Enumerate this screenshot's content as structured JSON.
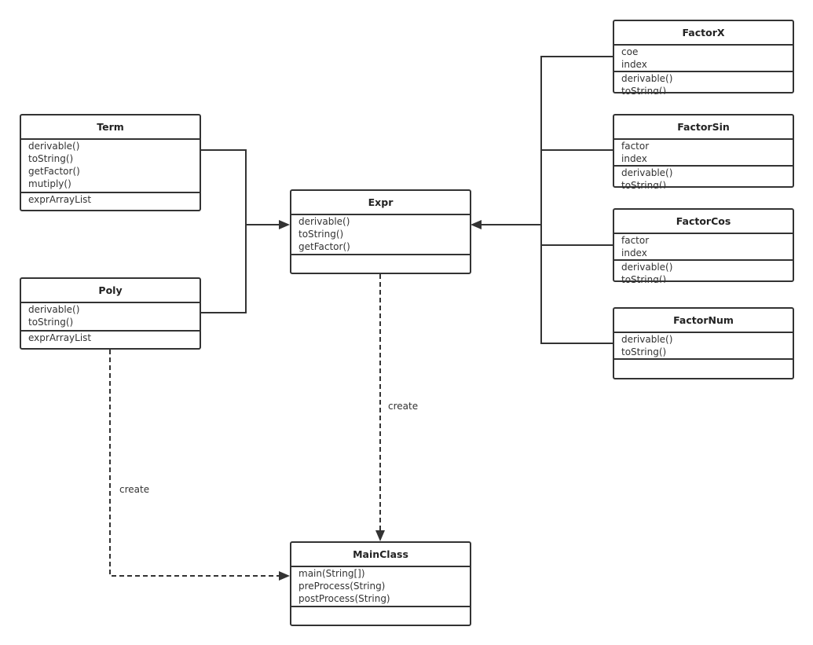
{
  "classes": [
    {
      "id": "term",
      "name": "Term",
      "sections": [
        [
          "derivable()",
          "toString()",
          "getFactor()",
          "mutiply()"
        ],
        [
          "exprArrayList"
        ]
      ]
    },
    {
      "id": "poly",
      "name": "Poly",
      "sections": [
        [
          "derivable()",
          "toString()"
        ],
        [
          "exprArrayList"
        ]
      ]
    },
    {
      "id": "expr",
      "name": "Expr",
      "sections": [
        [
          "derivable()",
          "toString()",
          "getFactor()"
        ],
        []
      ]
    },
    {
      "id": "mainclass",
      "name": "MainClass",
      "sections": [
        [
          "main(String[])",
          "preProcess(String)",
          "postProcess(String)"
        ],
        []
      ]
    },
    {
      "id": "factorx",
      "name": "FactorX",
      "sections": [
        [
          "coe",
          "index"
        ],
        [
          "derivable()",
          "toString()"
        ]
      ]
    },
    {
      "id": "factorsin",
      "name": "FactorSin",
      "sections": [
        [
          "factor",
          "index"
        ],
        [
          "derivable()",
          "toString()"
        ]
      ]
    },
    {
      "id": "factorcos",
      "name": "FactorCos",
      "sections": [
        [
          "factor",
          "index"
        ],
        [
          "derivable()",
          "toString()"
        ]
      ]
    },
    {
      "id": "factornum",
      "name": "FactorNum",
      "sections": [
        [
          "derivable()",
          "toString()"
        ],
        []
      ]
    }
  ],
  "edges": [
    {
      "from": "term",
      "to": "expr",
      "style": "solid"
    },
    {
      "from": "poly",
      "to": "expr",
      "style": "solid"
    },
    {
      "from": "factorx",
      "to": "expr",
      "style": "solid"
    },
    {
      "from": "factorsin",
      "to": "expr",
      "style": "solid"
    },
    {
      "from": "factorcos",
      "to": "expr",
      "style": "solid"
    },
    {
      "from": "factornum",
      "to": "expr",
      "style": "solid"
    },
    {
      "from": "expr",
      "to": "mainclass",
      "style": "dashed",
      "label": "create"
    },
    {
      "from": "poly",
      "to": "mainclass",
      "style": "dashed",
      "label": "create"
    }
  ],
  "colors": {
    "line": "#333333",
    "background": "#ffffff"
  }
}
